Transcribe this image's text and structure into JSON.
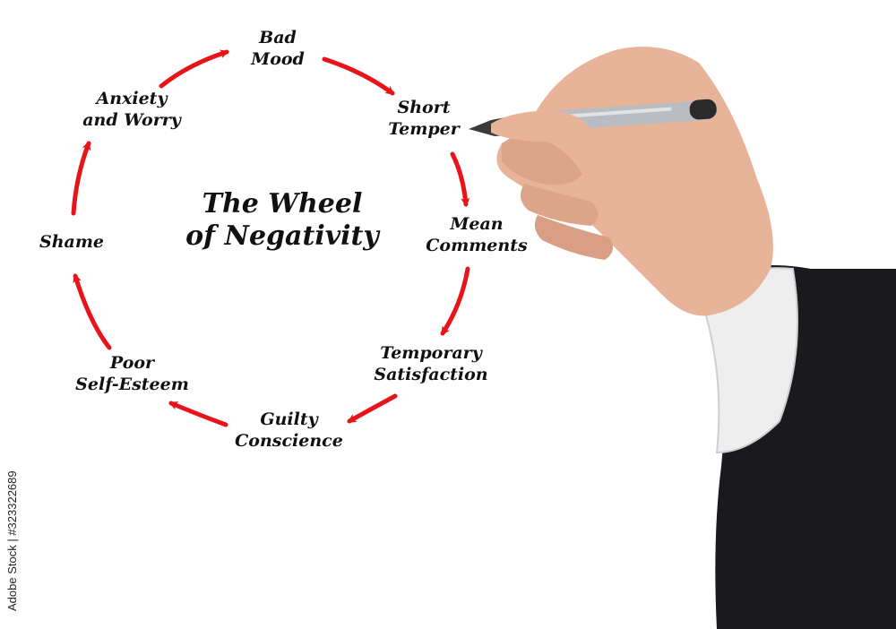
{
  "title": {
    "line1": "The Wheel",
    "line2": "of Negativity"
  },
  "nodes": [
    {
      "id": "bad-mood",
      "line1": "Bad",
      "line2": "Mood"
    },
    {
      "id": "short-temper",
      "line1": "Short",
      "line2": "Temper"
    },
    {
      "id": "mean-comments",
      "line1": "Mean",
      "line2": "Comments"
    },
    {
      "id": "temporary-satisfaction",
      "line1": "Temporary",
      "line2": "Satisfaction"
    },
    {
      "id": "guilty-conscience",
      "line1": "Guilty",
      "line2": "Conscience"
    },
    {
      "id": "poor-self-esteem",
      "line1": "Poor",
      "line2": "Self-Esteem"
    },
    {
      "id": "shame",
      "line1": "Shame",
      "line2": ""
    },
    {
      "id": "anxiety-and-worry",
      "line1": "Anxiety",
      "line2": "and Worry"
    }
  ],
  "stock_id": "Adobe Stock | #323322689",
  "colors": {
    "arrow": "#e8141b",
    "text": "#111111",
    "sleeve": "#1a1a1e",
    "cuff": "#eeeeee",
    "skin": "#e7b49a",
    "pen": "#b9bcc0"
  },
  "icons": {
    "hand": "hand-with-marker-icon"
  }
}
